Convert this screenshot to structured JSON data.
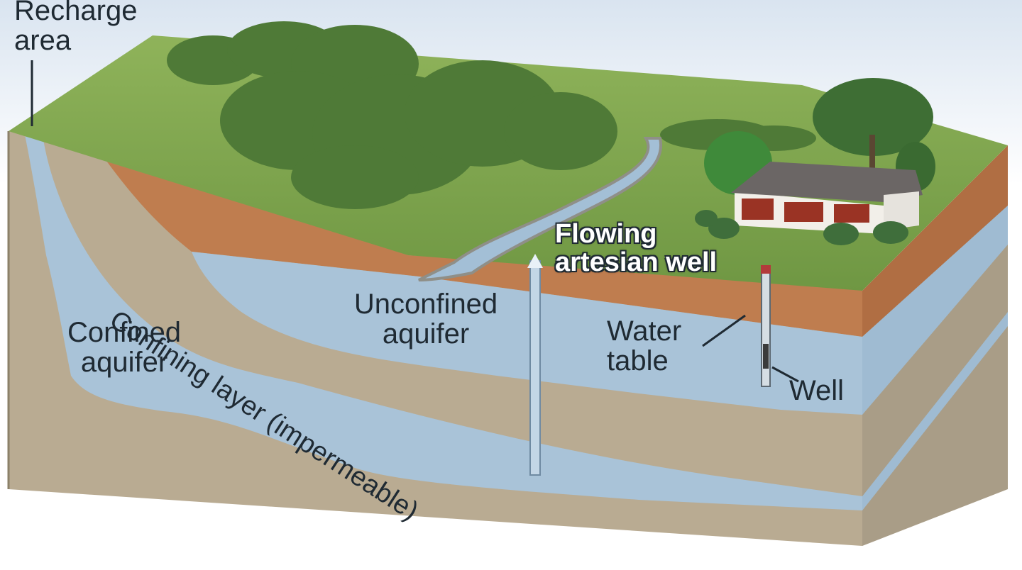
{
  "labels": {
    "recharge_area": [
      "Recharge",
      "area"
    ],
    "confined_aquifer": [
      "Confined",
      "aquifer"
    ],
    "confining_layer": "Confining layer (impermeable)",
    "unconfined_aquifer": [
      "Unconfined",
      "aquifer"
    ],
    "flowing_artesian_well": [
      "Flowing",
      "artesian well"
    ],
    "water_table": [
      "Water",
      "table"
    ],
    "well": "Well"
  },
  "colors": {
    "water": "#a9c3d8",
    "soil": "#bf7d4f",
    "rock": "#b9ab92",
    "grass": "#7ea44c",
    "sky": "#e7eef6",
    "forest": "#4f7a37"
  }
}
